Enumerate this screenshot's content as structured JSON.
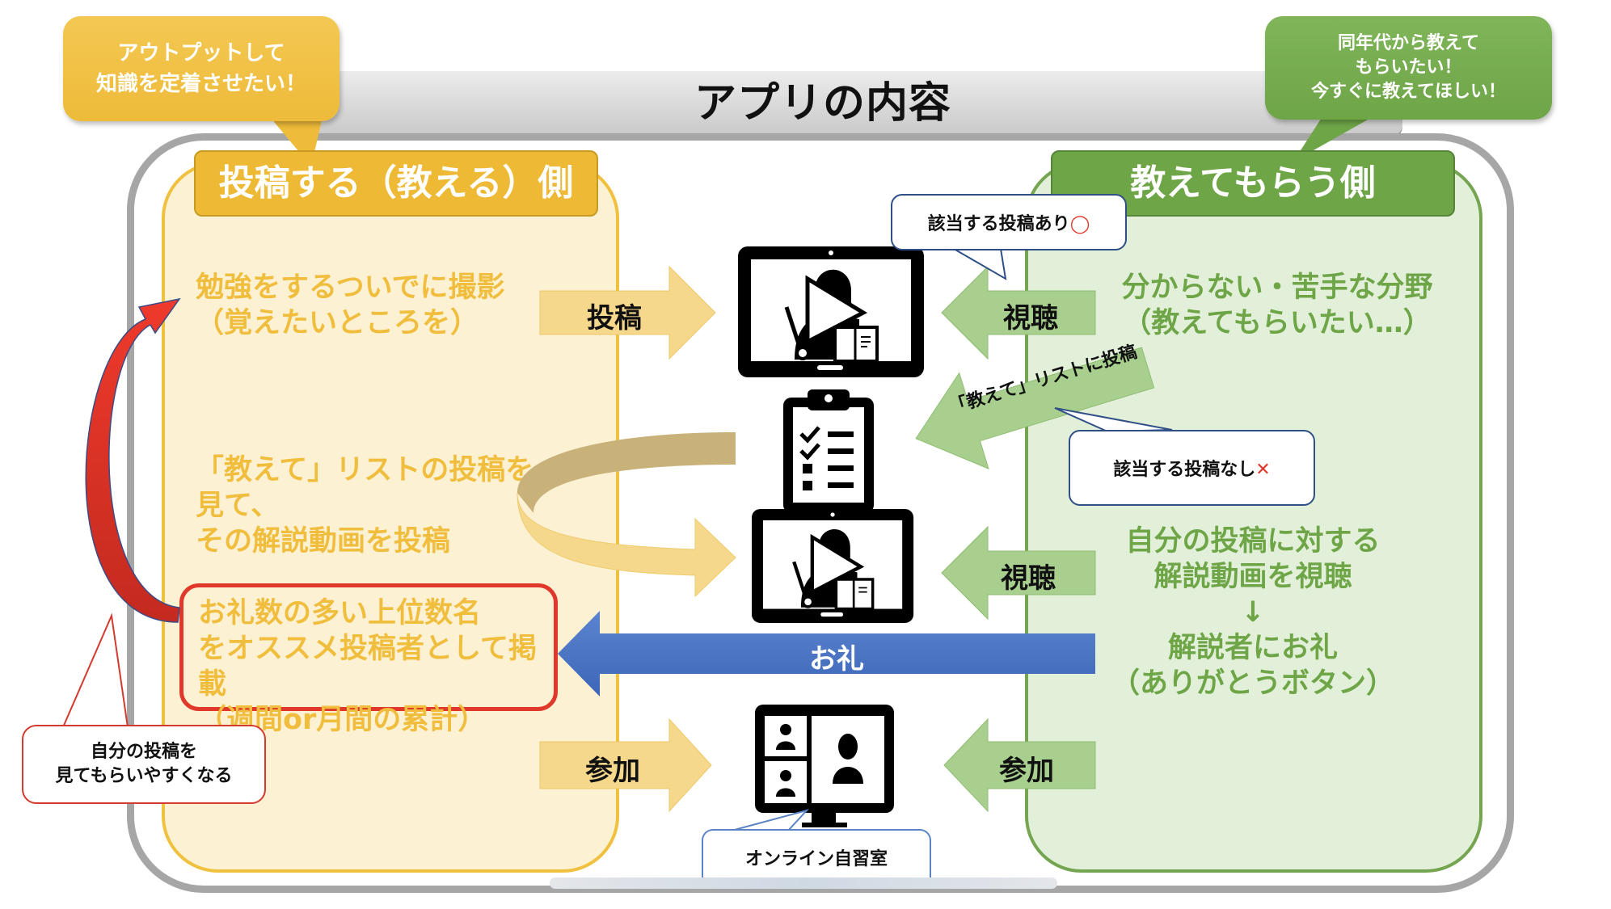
{
  "title": "アプリの内容",
  "callouts": {
    "top_left": [
      "アウトプットして",
      "知識を定着させたい！"
    ],
    "top_right": [
      "同年代から教えて",
      "もらいたい！",
      "今すぐに教えてほしい！"
    ],
    "post_found": "該当する投稿あり",
    "post_found_mark": "◯",
    "post_not_found": "該当する投稿なし",
    "post_not_found_mark": "✕",
    "bottom_left": [
      "自分の投稿を",
      "見てもらいやすくなる"
    ],
    "online_room": "オンライン自習室"
  },
  "left_panel": {
    "header": "投稿する（教える）側",
    "step1": [
      "勉強をするついでに撮影",
      "（覚えたいところを）"
    ],
    "step2": [
      "「教えて」リストの投稿を",
      "見て、",
      "その解説動画を投稿"
    ],
    "recommend": [
      "お礼数の多い上位数名",
      "をオススメ投稿者として掲載",
      "（週間or月間の累計）"
    ]
  },
  "right_panel": {
    "header": "教えてもらう側",
    "step1": [
      "分からない・苦手な分野",
      "（教えてもらいたい…）"
    ],
    "step2": [
      "自分の投稿に対する",
      "解説動画を視聴",
      "↓",
      "解説者にお礼",
      "（ありがとうボタン）"
    ]
  },
  "arrows": {
    "post": "投稿",
    "watch_top": "視聴",
    "request_list": "「教えて」リストに投稿",
    "watch_mid": "視聴",
    "thanks": "お礼",
    "join_left": "参加",
    "join_right": "参加"
  },
  "colors": {
    "yellow": "#f0bd3c",
    "yellow_light": "#f5d88c",
    "green": "#6ea547",
    "green_light": "#a9cf8f",
    "blue": "#4472c4",
    "red": "#e0382a",
    "frame_gray": "#a6a6a6"
  },
  "icons": [
    "video-tablet-icon",
    "clipboard-checklist-icon",
    "video-tablet-icon",
    "video-conference-monitor-icon"
  ]
}
